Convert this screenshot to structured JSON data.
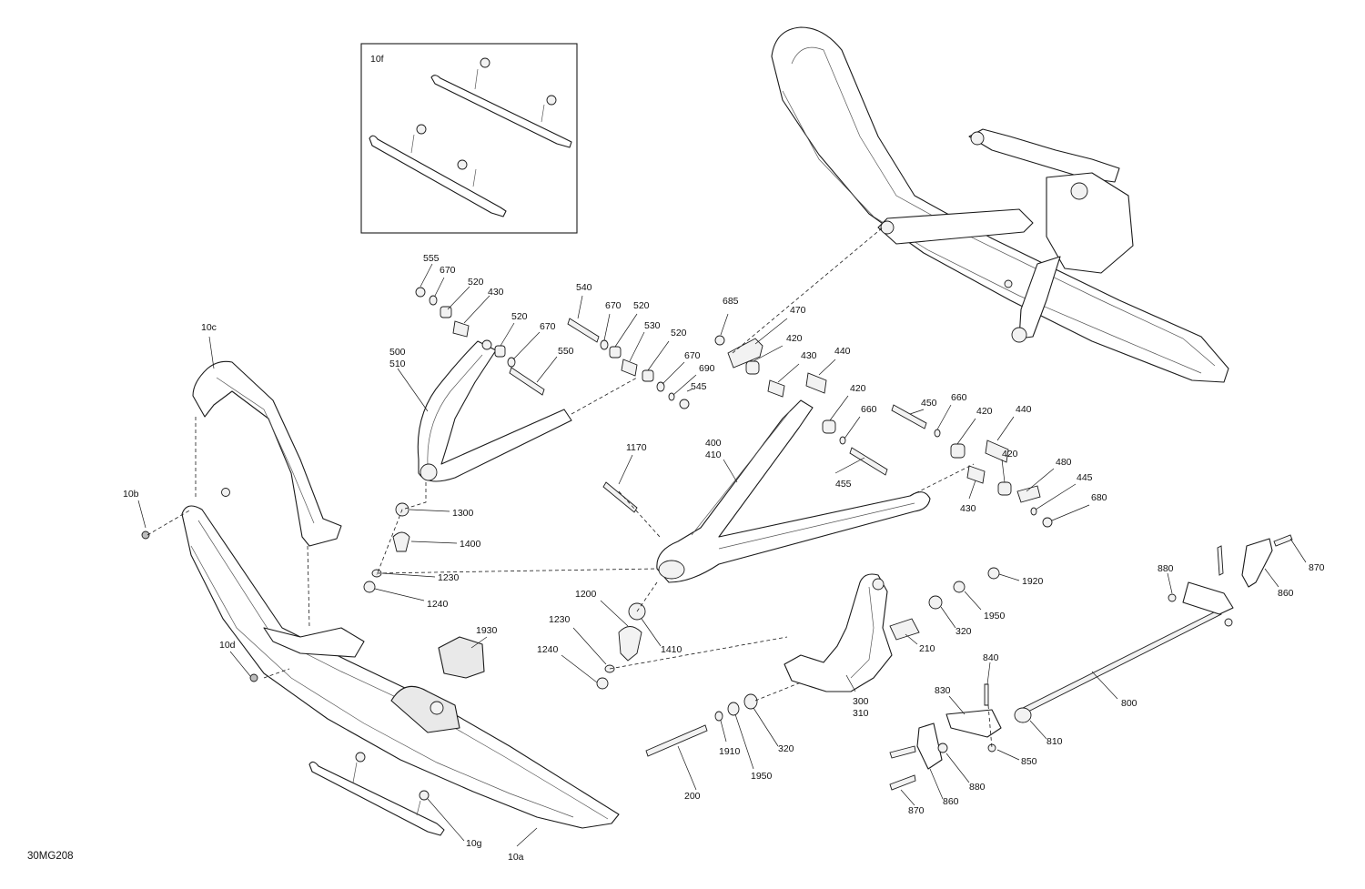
{
  "drawing_code": "30MG208",
  "inset": {
    "label": "10f"
  },
  "callouts": {
    "c10c": "10c",
    "c10b": "10b",
    "c10d": "10d",
    "c10g": "10g",
    "c10a": "10a",
    "c555": "555",
    "c670a": "670",
    "c520a": "520",
    "c430a": "430",
    "c520b": "520",
    "c670b": "670",
    "c550": "550",
    "c500": "500",
    "c510": "510",
    "c540": "540",
    "c670c": "670",
    "c520c": "520",
    "c530": "530",
    "c520d": "520",
    "c670d": "670",
    "c690": "690",
    "c545": "545",
    "c685": "685",
    "c470": "470",
    "c420a": "420",
    "c430b": "430",
    "c440a": "440",
    "c420b": "420",
    "c660a": "660",
    "c455": "455",
    "c450": "450",
    "c660b": "660",
    "c420c": "420",
    "c440b": "440",
    "c420d": "420",
    "c480": "480",
    "c445": "445",
    "c680": "680",
    "c430c": "430",
    "c400": "400",
    "c410": "410",
    "c1170": "1170",
    "c1300": "1300",
    "c1400": "1400",
    "c1230a": "1230",
    "c1240a": "1240",
    "c1930": "1930",
    "c1200": "1200",
    "c1230b": "1230",
    "c1240b": "1240",
    "c1410": "1410",
    "c1920": "1920",
    "c1950a": "1950",
    "c320a": "320",
    "c210": "210",
    "c300": "300",
    "c310": "310",
    "c1910": "1910",
    "c1950b": "1950",
    "c320b": "320",
    "c200": "200",
    "c880a": "880",
    "c870a": "870",
    "c860a": "860",
    "c800": "800",
    "c840": "840",
    "c830": "830",
    "c810": "810",
    "c850": "850",
    "c880b": "880",
    "c860b": "860",
    "c870b": "870"
  }
}
